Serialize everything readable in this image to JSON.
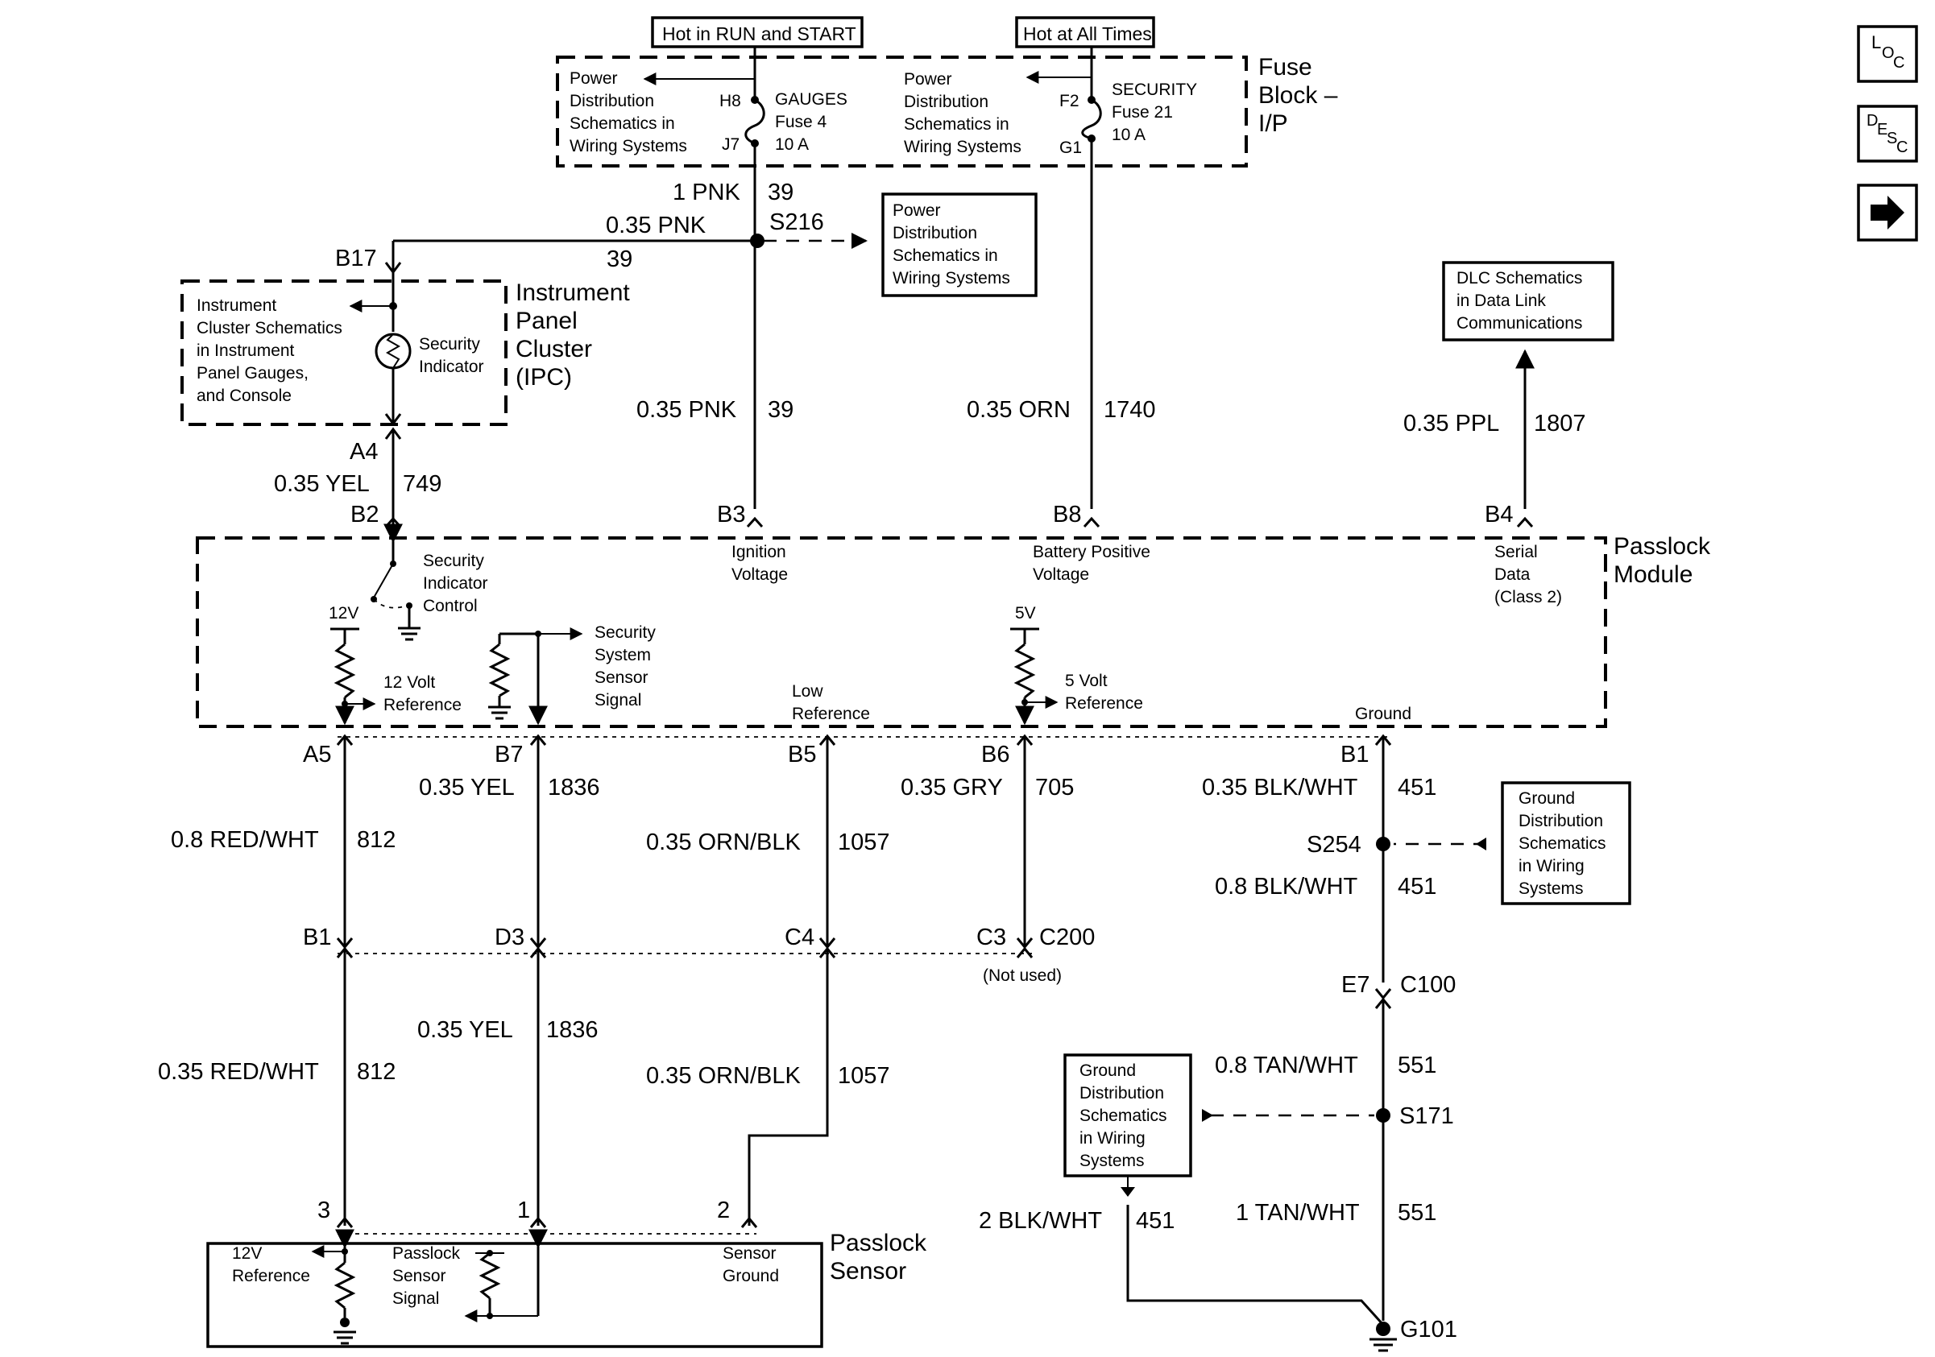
{
  "nav": {
    "loc_icon": "loc-icon",
    "desc_icon": "desc-icon",
    "next_icon": "arrow-right-icon"
  },
  "top": {
    "hot_run_start": "Hot in RUN and START",
    "hot_all_times": "Hot at All Times"
  },
  "fuse_block": {
    "title": [
      "Fuse",
      "Block –",
      "I/P"
    ],
    "left_note": [
      "Power",
      "Distribution",
      "Schematics in",
      "Wiring Systems"
    ],
    "right_note": [
      "Power",
      "Distribution",
      "Schematics in",
      "Wiring Systems"
    ],
    "gauges": {
      "pin_in": "H8",
      "pin_out": "J7",
      "lines": [
        "GAUGES",
        "Fuse 4",
        "10 A"
      ]
    },
    "security": {
      "pin_in": "F2",
      "pin_out": "G1",
      "lines": [
        "SECURITY",
        "Fuse 21",
        "10 A"
      ]
    }
  },
  "ipc": {
    "note": [
      "Instrument",
      "Cluster Schematics",
      "in Instrument",
      "Panel Gauges,",
      "and Console"
    ],
    "indicator": [
      "Security",
      "Indicator"
    ],
    "title": [
      "Instrument",
      "Panel",
      "Cluster",
      "(IPC)"
    ],
    "pin_top": "B17",
    "pin_bottom": "A4"
  },
  "splice_s216": {
    "label": "S216",
    "note": [
      "Power",
      "Distribution",
      "Schematics in",
      "Wiring Systems"
    ]
  },
  "dlc": {
    "note": [
      "DLC Schematics",
      "in Data Link",
      "Communications"
    ]
  },
  "wires_upper": {
    "w39a_gauge": "1 PNK",
    "w39a_circuit": "39",
    "w39b_gauge": "0.35 PNK",
    "w39b_circuit": "39",
    "w39c_gauge": "0.35 PNK",
    "w39c_circuit": "39",
    "w749_gauge": "0.35 YEL",
    "w749_circuit": "749",
    "w1740_gauge": "0.35 ORN",
    "w1740_circuit": "1740",
    "w1807_gauge": "0.35 PPL",
    "w1807_circuit": "1807"
  },
  "passlock_module": {
    "title": [
      "Passlock",
      "Module"
    ],
    "pins_top": {
      "b2": "B2",
      "b3": "B3",
      "b8": "B8",
      "b4": "B4"
    },
    "ignition": [
      "Ignition",
      "Voltage"
    ],
    "battery": [
      "Battery Positive",
      "Voltage"
    ],
    "serial": [
      "Serial",
      "Data",
      "(Class 2)"
    ],
    "sec_ind_control": [
      "Security",
      "Indicator",
      "Control"
    ],
    "v12": "12V",
    "v5": "5V",
    "ref12": [
      "12 Volt",
      "Reference"
    ],
    "sec_signal": [
      "Security",
      "System",
      "Sensor",
      "Signal"
    ],
    "low_ref": [
      "Low",
      "Reference"
    ],
    "ref5": [
      "5 Volt",
      "Reference"
    ],
    "ground": "Ground",
    "pins_bottom": {
      "a5": "A5",
      "b7": "B7",
      "b5": "B5",
      "b6": "B6",
      "b1": "B1"
    }
  },
  "wires_lower": {
    "w812a_gauge": "0.8 RED/WHT",
    "w812a_circuit": "812",
    "w1836a_gauge": "0.35 YEL",
    "w1836a_circuit": "1836",
    "w1057a_gauge": "0.35 ORN/BLK",
    "w1057a_circuit": "1057",
    "w705_gauge": "0.35 GRY",
    "w705_circuit": "705",
    "w451a_gauge": "0.35 BLK/WHT",
    "w451a_circuit": "451",
    "w451b_gauge": "0.8 BLK/WHT",
    "w451b_circuit": "451",
    "w812b_gauge": "0.35 RED/WHT",
    "w812b_circuit": "812",
    "w1836b_gauge": "0.35 YEL",
    "w1836b_circuit": "1836",
    "w1057b_gauge": "0.35 ORN/BLK",
    "w1057b_circuit": "1057",
    "w551a_gauge": "0.8 TAN/WHT",
    "w551a_circuit": "551",
    "w551b_gauge": "1 TAN/WHT",
    "w551b_circuit": "551",
    "w451c_gauge": "2 BLK/WHT",
    "w451c_circuit": "451"
  },
  "c200": {
    "name": "C200",
    "pins": {
      "b1": "B1",
      "d3": "D3",
      "c4": "C4",
      "c3": "C3"
    },
    "not_used": "(Not used)"
  },
  "ground_right": {
    "s254": "S254",
    "note1": [
      "Ground",
      "Distribution",
      "Schematics",
      "in Wiring",
      "Systems"
    ],
    "c100_pin": "E7",
    "c100": "C100",
    "s171": "S171",
    "note2": [
      "Ground",
      "Distribution",
      "Schematics",
      "in Wiring",
      "Systems"
    ],
    "g101": "G101"
  },
  "passlock_sensor": {
    "title": [
      "Passlock",
      "Sensor"
    ],
    "pins": {
      "p3": "3",
      "p1": "1",
      "p2": "2"
    },
    "ref12": [
      "12V",
      "Reference"
    ],
    "signal": [
      "Passlock",
      "Sensor",
      "Signal"
    ],
    "ground": [
      "Sensor",
      "Ground"
    ]
  }
}
